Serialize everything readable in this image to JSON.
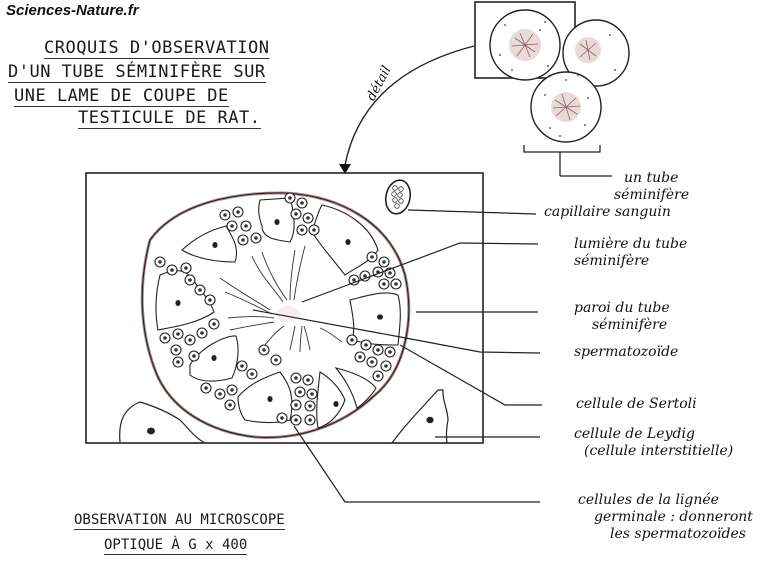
{
  "watermark": "Sciences-Nature.fr",
  "title": {
    "lines": [
      "CROQUIS D'OBSERVATION",
      "D'UN TUBE SÉMINIFÈRE SUR",
      "UNE LAME DE COUPE DE",
      "TESTICULE DE RAT."
    ]
  },
  "arrow_label": "détail",
  "caption": {
    "lines": [
      "OBSERVATION AU MICROSCOPE",
      "OPTIQUE À G x 400"
    ],
    "magnification": "G x 400"
  },
  "labels": [
    {
      "id": "un-tube-seminifere",
      "lines": [
        "un tube",
        "séminifère"
      ]
    },
    {
      "id": "capillaire-sanguin",
      "lines": [
        "capillaire sanguin"
      ]
    },
    {
      "id": "lumiere-du-tube",
      "lines": [
        "lumière du tube",
        "séminifère"
      ]
    },
    {
      "id": "paroi-du-tube",
      "lines": [
        "paroi du tube",
        "séminifère"
      ]
    },
    {
      "id": "spermatozoide",
      "lines": [
        "spermatozoïde"
      ]
    },
    {
      "id": "cellule-de-sertoli",
      "lines": [
        "cellule de Sertoli"
      ]
    },
    {
      "id": "cellule-de-leydig",
      "lines": [
        "cellule de Leydig",
        "(cellule interstitielle)"
      ]
    },
    {
      "id": "lignee-germinale",
      "lines": [
        "cellules de la lignée",
        "germinale : donneront",
        "les spermatozoïdes"
      ]
    }
  ],
  "colors": {
    "ink": "#1a1a1a",
    "tube_wall_tint": "#b08a8a",
    "lumen_tint": "#c7a3a3",
    "paper": "#ffffff"
  }
}
